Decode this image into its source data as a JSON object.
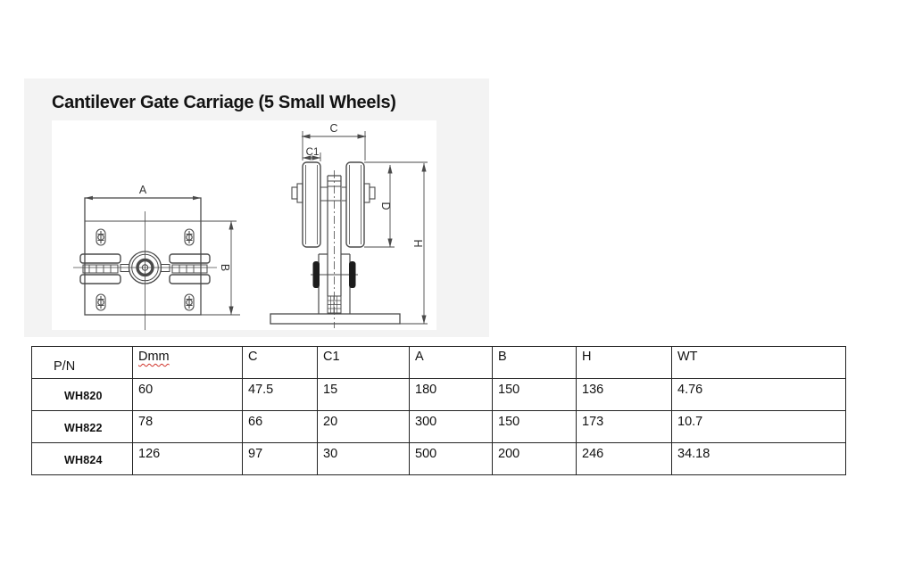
{
  "document": {
    "title": "Cantilever Gate Carriage (5 Small Wheels)",
    "panel_background": "#f3f3f3",
    "title_color": "#131313"
  },
  "drawing": {
    "stroke_color": "#4a4a4a",
    "labels": {
      "a": "A",
      "b": "B",
      "c": "C",
      "c1": "C1",
      "d": "D",
      "h": "H"
    }
  },
  "spec_table": {
    "border_color": "#242424",
    "squiggle_color": "#d0342c",
    "headers": {
      "pn": "P/N",
      "dmm": "Dmm",
      "c": "C",
      "c1": "C1",
      "a": "A",
      "b": "B",
      "h": "H",
      "wt": "WT"
    },
    "rows": [
      {
        "pn": "WH820",
        "dmm": "60",
        "c": "47.5",
        "c1": "15",
        "a": "180",
        "b": "150",
        "h": "136",
        "wt": "4.76"
      },
      {
        "pn": "WH822",
        "dmm": "78",
        "c": "66",
        "c1": "20",
        "a": "300",
        "b": "150",
        "h": "173",
        "wt": "10.7"
      },
      {
        "pn": "WH824",
        "dmm": "126",
        "c": "97",
        "c1": "30",
        "a": "500",
        "b": "200",
        "h": "246",
        "wt": "34.18"
      }
    ]
  }
}
